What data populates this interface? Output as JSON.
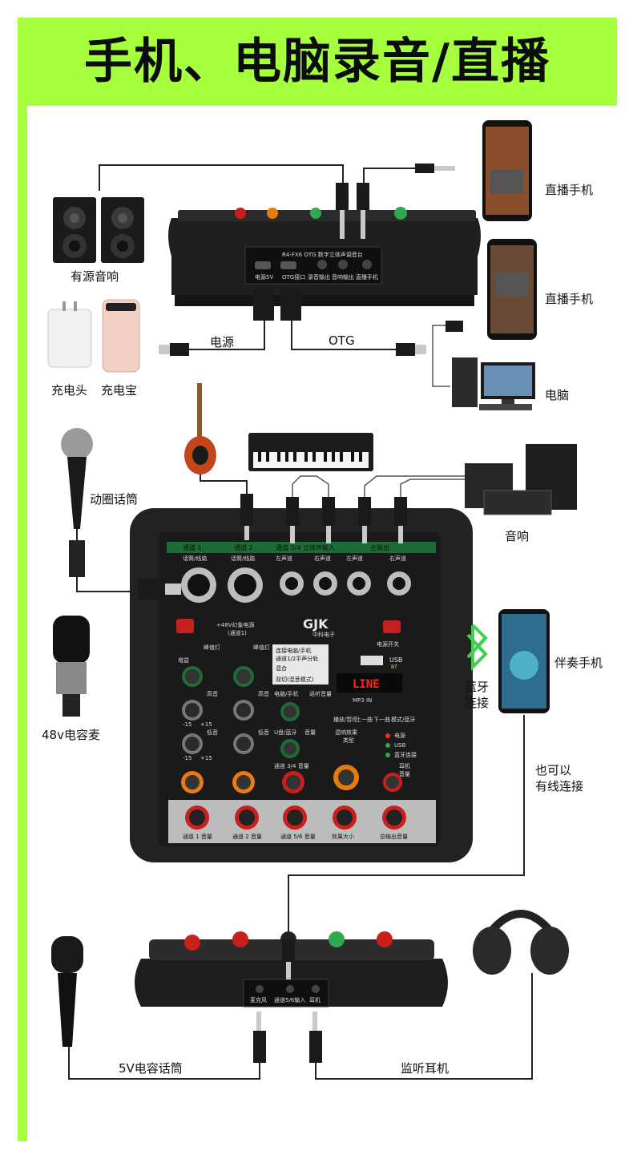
{
  "banner": {
    "title": "手机、电脑录音/直播",
    "bg_color": "#a6ff3c"
  },
  "top_mixer": {
    "model_label": "R4-FX6 OTG 数字立体声调音台",
    "ports": [
      "电源5V",
      "OTG接口",
      "录音输出",
      "音响输出",
      "直播手机"
    ]
  },
  "devices": {
    "speakers": "有源音响",
    "charger": "充电头",
    "powerbank": "充电宝",
    "phone_live_1": "直播手机",
    "phone_live_2": "直播手机",
    "computer": "电脑",
    "dynamic_mic": "动圈话筒",
    "condenser_mic": "48v电容麦",
    "pa_speakers": "音响",
    "accompany_phone": "伴奏手机",
    "bluetooth": [
      "蓝牙",
      "连接"
    ],
    "wired_note": [
      "也可以",
      "有线连接"
    ],
    "usb_mic": "5V电容话筒",
    "headphones": "监听耳机"
  },
  "cables": {
    "power": "电源",
    "otg": "OTG"
  },
  "main_mixer": {
    "brand": "GJK",
    "brand_sub": "中科电子",
    "section_headers": [
      "通道 1",
      "通道 2",
      "通道 3/4 立体声输入",
      "主输出"
    ],
    "inputs": [
      "话筒/线路",
      "话筒/线路",
      "左声道",
      "右声道",
      "左声道",
      "右声道"
    ],
    "phantom_label": "+48V幻象电源",
    "phantom_sub": "(通道1)",
    "power_switch": "电源开关",
    "peak_labels": [
      "峰值灯",
      "峰值灯"
    ],
    "gain_label": "增益",
    "eq_labels": [
      "高音",
      "高音",
      "低音",
      "低音"
    ],
    "mode_box": [
      "连接电脑/手机",
      "通道1/2平声分轨",
      "混合",
      "双切(混音模式)"
    ],
    "usb_label": "USB",
    "usb_sub": "BT",
    "display_text": "LINE",
    "mp3_label": "MP3 IN",
    "mp3_buttons": [
      "播放/暂停",
      "上一曲",
      "下一曲",
      "模式/蓝牙"
    ],
    "effect_label": [
      "混响效果",
      "类型"
    ],
    "phone_level_labels": [
      "电脑/手机",
      "返听音量"
    ],
    "usb_level_label": [
      "U盘/蓝牙",
      "音量"
    ],
    "ch34_label": "通道 3/4 音量",
    "headphone_label": [
      "耳机",
      "音量"
    ],
    "status_leds": [
      "电源",
      "USB",
      "蓝牙连接"
    ],
    "fader_labels": [
      "通道 1 音量",
      "通道 2 音量",
      "通道 5/6 音量",
      "效果大小",
      "总输出音量"
    ],
    "scale_labels": [
      "-15",
      "+15",
      "-15",
      "+15"
    ]
  },
  "bottom_mixer": {
    "ports": [
      "麦克风",
      "通道5/6输入",
      "耳机"
    ]
  },
  "colors": {
    "panel_green": "#1d6b36",
    "accent_green": "#a6ff3c",
    "knob_red": "#c8201c",
    "knob_orange": "#e87a12",
    "display_red": "#ff2a1a"
  }
}
